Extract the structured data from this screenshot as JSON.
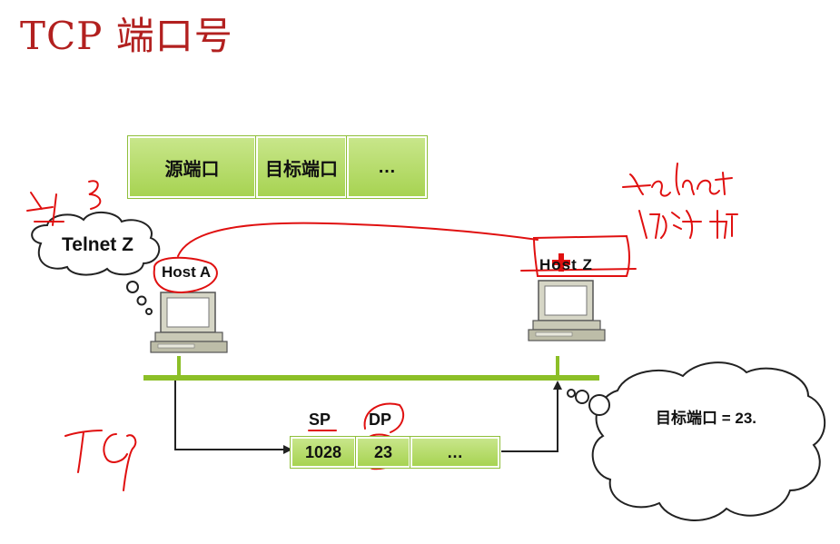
{
  "title": "TCP 端口号",
  "header_fields": [
    "源端口",
    "目标端口",
    "…"
  ],
  "segment_fields": [
    "1028",
    "23",
    "…"
  ],
  "segment_labels": {
    "sp": "SP",
    "dp": "DP"
  },
  "host_a": {
    "label": "Host A",
    "thought": "Telnet Z"
  },
  "host_z": {
    "label": "Host Z"
  },
  "callout": "目标端口 = 23.",
  "colors": {
    "title": "#b2201f",
    "field_green": "#a7d352",
    "network_line": "#8cbf27",
    "annotation_red": "#e01010"
  }
}
